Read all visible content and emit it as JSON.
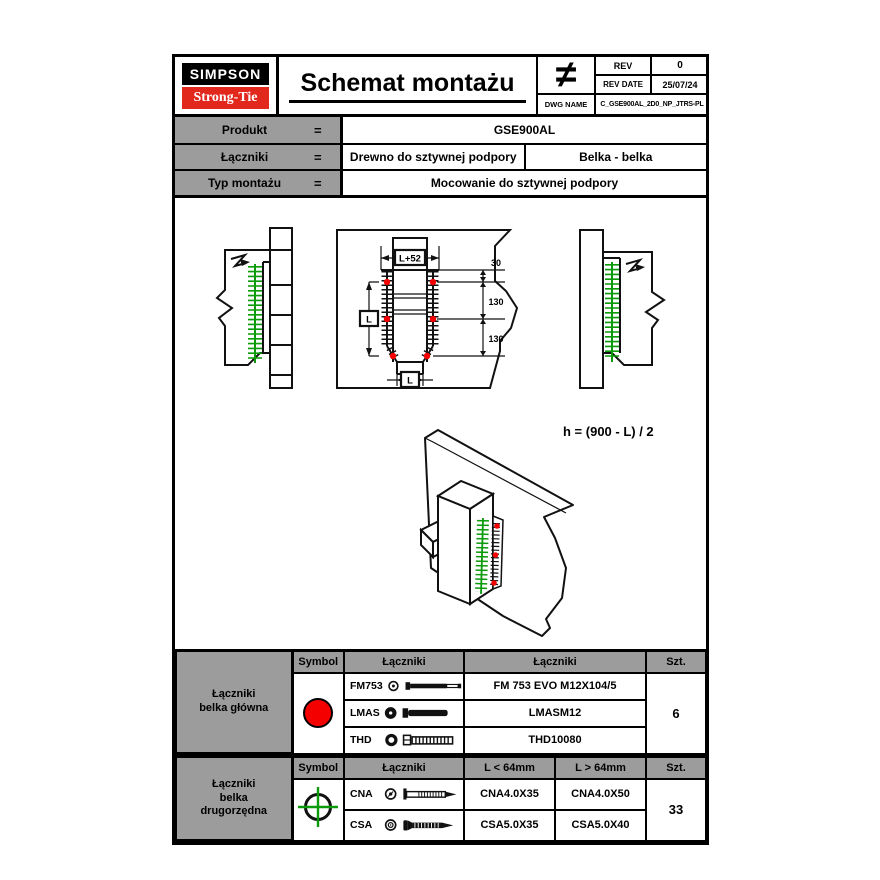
{
  "colors": {
    "logo_red": "#e2271d",
    "symbol_red": "#f40000",
    "screw_green": "#0a9a0a",
    "cell_gray": "#9c9c9c"
  },
  "header": {
    "logo_top": "SIMPSON",
    "logo_bottom": "Strong-Tie",
    "title": "Schemat montażu",
    "not_equal_symbol": "≠",
    "rev_label": "REV",
    "rev_value": "0",
    "rev_date_label": "REV DATE",
    "rev_date_value": "25/07/24",
    "dwg_name_label": "DWG NAME",
    "dwg_name_value": "C_GSE900AL_2D0_NP_JTRS-PL"
  },
  "info": {
    "eq": "=",
    "product_label": "Produkt",
    "product_value": "GSE900AL",
    "fasteners_label": "Łączniki",
    "fasteners_value_1": "Drewno do sztywnej podpory",
    "fasteners_value_2": "Belka - belka",
    "mount_type_label": "Typ montażu",
    "mount_type_value": "Mocowanie do sztywnej podpory"
  },
  "drawing": {
    "formula": "h = (900 - L) / 2",
    "dim_width_top": "L+52",
    "dim_edge_offset": "30",
    "dim_spacing_1": "130",
    "dim_spacing_2": "130",
    "dim_length_left": "L",
    "dim_length_bottom": "L"
  },
  "main_beam_table": {
    "row_label": "Łączniki belka główna",
    "col_symbol": "Symbol",
    "col_fasteners_icon": "Łączniki",
    "col_fasteners_name": "Łączniki",
    "col_qty": "Szt.",
    "rows": [
      {
        "code": "FM753",
        "name": "FM 753 EVO M12X104/5"
      },
      {
        "code": "LMAS",
        "name": "LMASM12"
      },
      {
        "code": "THD",
        "name": "THD10080"
      }
    ],
    "qty": "6"
  },
  "secondary_beam_table": {
    "row_label": "Łączniki belka drugorzędna",
    "col_symbol": "Symbol",
    "col_fasteners": "Łączniki",
    "col_len_short": "L < 64mm",
    "col_len_long": "L > 64mm",
    "col_qty": "Szt.",
    "rows": [
      {
        "code": "CNA",
        "short": "CNA4.0X35",
        "long": "CNA4.0X50"
      },
      {
        "code": "CSA",
        "short": "CSA5.0X35",
        "long": "CSA5.0X40"
      }
    ],
    "qty": "33"
  }
}
